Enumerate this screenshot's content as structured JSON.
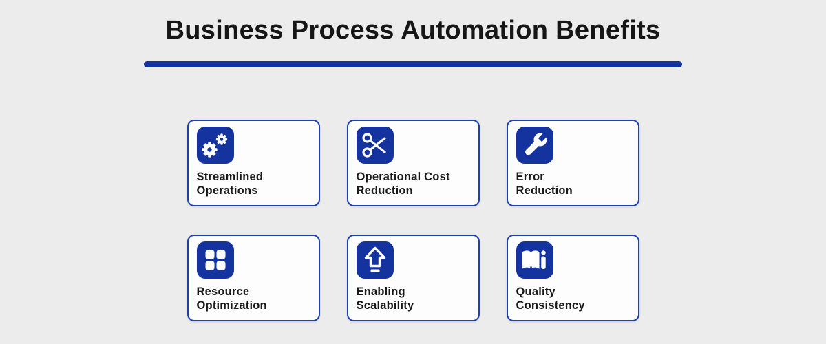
{
  "header": {
    "title": "Business Process Automation Benefits"
  },
  "colors": {
    "page_background": "#ECECEC",
    "primary_blue": "#14339E",
    "card_border_blue": "#1E40B4",
    "card_background": "#FDFDFD",
    "title_text": "#161616",
    "label_text": "#191919",
    "icon_glyph": "#FFFFFF"
  },
  "cards": [
    {
      "icon": "gears-icon",
      "label_line1": "Streamlined",
      "label_line2": "Operations"
    },
    {
      "icon": "scissors-icon",
      "label_line1": "Operational Cost",
      "label_line2": "Reduction"
    },
    {
      "icon": "wrench-icon",
      "label_line1": "Error",
      "label_line2": "Reduction"
    },
    {
      "icon": "grid-icon",
      "label_line1": "Resource",
      "label_line2": "Optimization"
    },
    {
      "icon": "arrow-up-icon",
      "label_line1": "Enabling",
      "label_line2": "Scalability"
    },
    {
      "icon": "open-book-info-icon",
      "label_line1": "Quality",
      "label_line2": "Consistency"
    }
  ]
}
